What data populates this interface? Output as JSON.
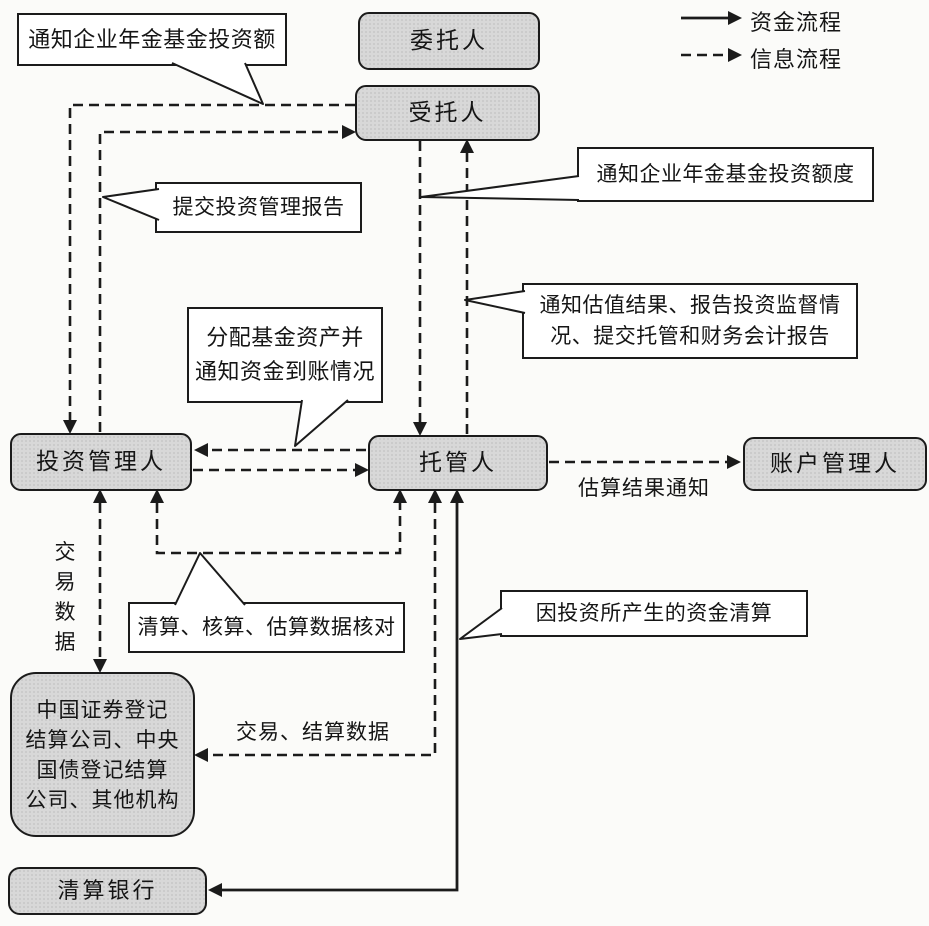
{
  "legend": {
    "fund_flow_label": "资金流程",
    "info_flow_label": "信息流程"
  },
  "nodes": {
    "principal": "委托人",
    "trustee": "受托人",
    "investment_manager": "投资管理人",
    "custodian": "托管人",
    "account_manager": "账户管理人",
    "clearing_orgs": "中国证券登记\n结算公司、中央\n国债登记结算\n公司、其他机构",
    "clearing_bank": "清算银行"
  },
  "callouts": {
    "notify_investment_amount": "通知企业年金基金投资额",
    "submit_investment_report": "提交投资管理报告",
    "notify_investment_quota": "通知企业年金基金投资额度",
    "notify_valuation_results": "通知估值结果、报告投资监督情\n况、提交托管和财务会计报告",
    "allocate_fund_assets": "分配基金资产并\n通知资金到账情况",
    "data_reconciliation": "清算、核算、估算数据核对",
    "investment_fund_clearing": "因投资所产生的资金清算"
  },
  "edge_labels": {
    "valuation_result_notice": "估算结果通知",
    "trade_data": "交易数据",
    "trade_settlement_data": "交易、结算数据"
  }
}
